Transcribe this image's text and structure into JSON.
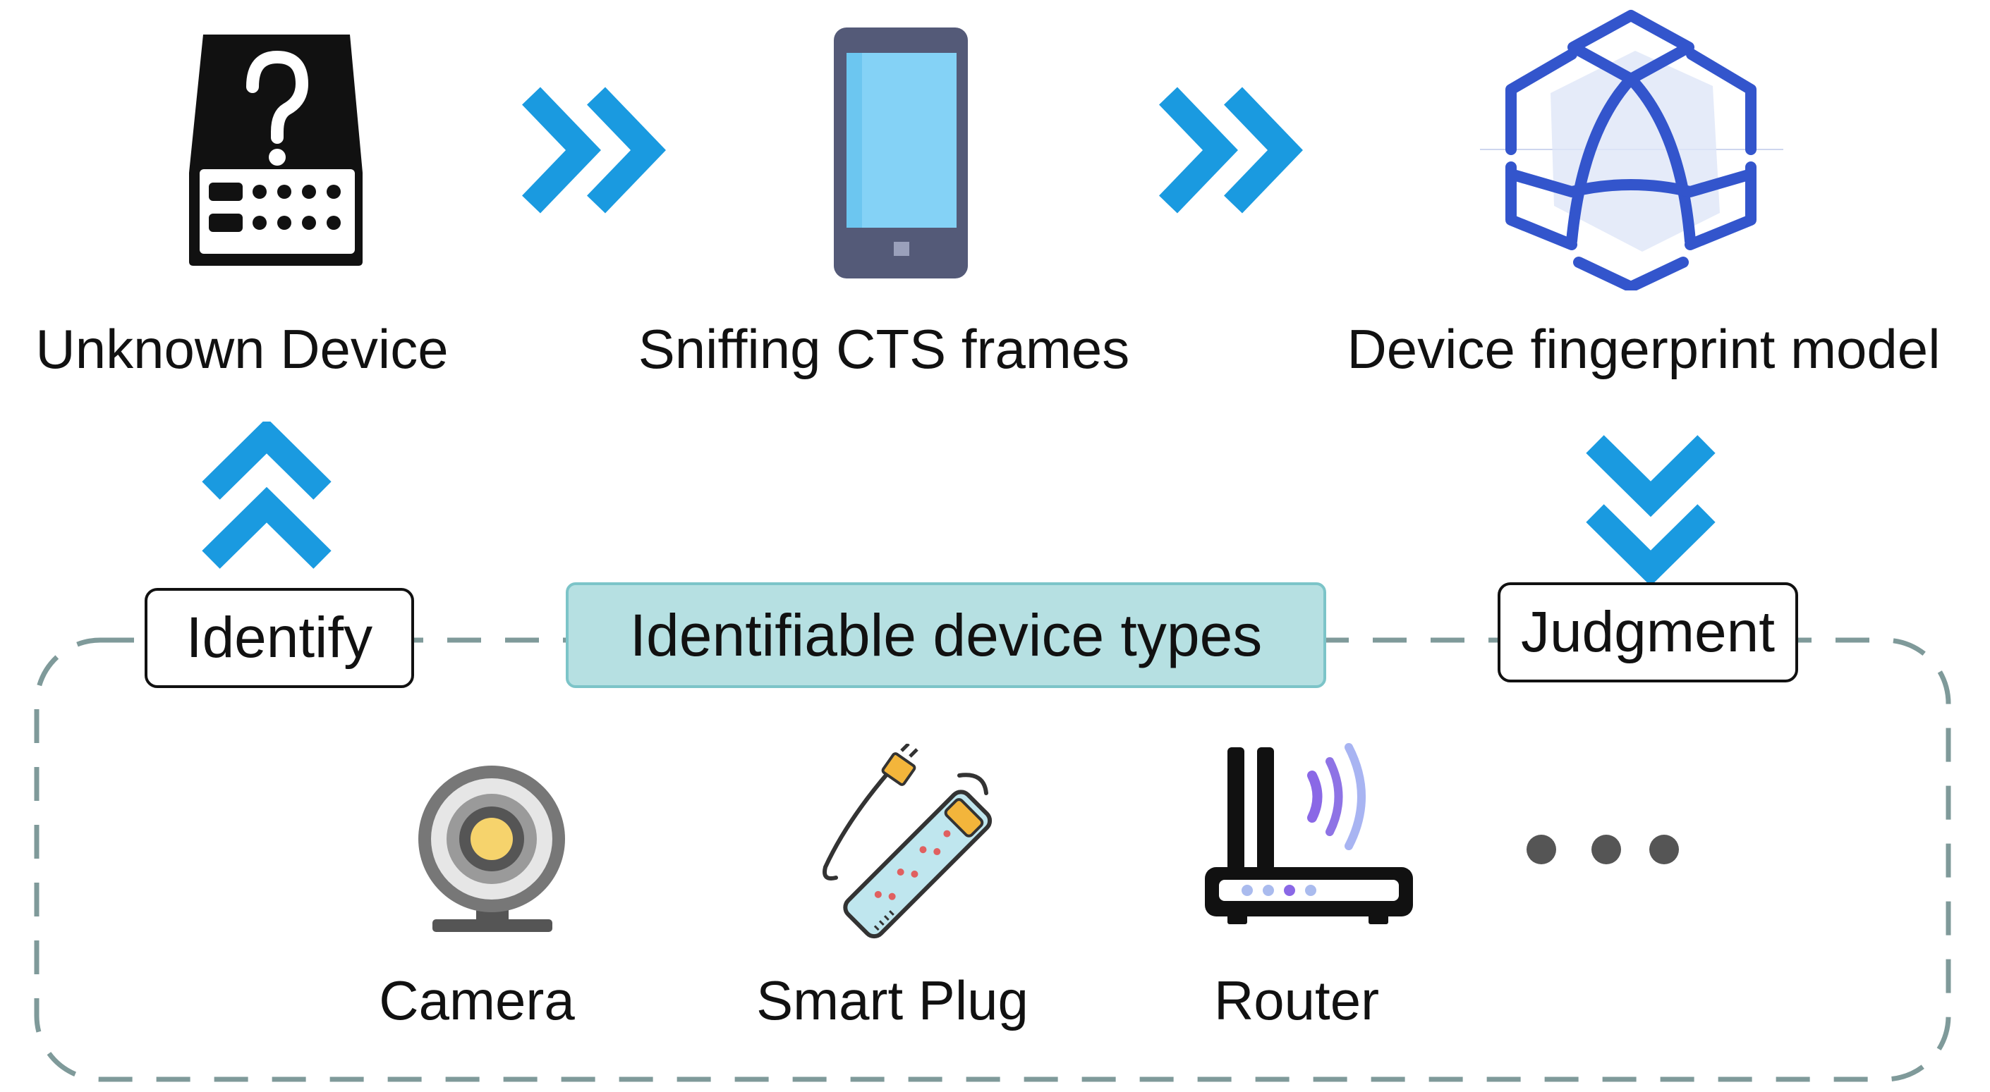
{
  "top_row": {
    "unknown_device": "Unknown Device",
    "sniffing": "Sniffing CTS frames",
    "fingerprint_model": "Device fingerprint model"
  },
  "actions": {
    "identify": "Identify",
    "judgment": "Judgment"
  },
  "panel": {
    "title": "Identifiable device types",
    "devices": [
      "Camera",
      "Smart Plug",
      "Router"
    ]
  },
  "colors": {
    "arrow": "#1a9ae0",
    "model_icon": "#3355cc",
    "phone_body": "#545a78",
    "phone_screen": "#84d2f6",
    "dashed_border": "#7f9a9a",
    "panel_header_fill": "#b6e0e2",
    "router_waves": "#8a68e6",
    "ellipsis": "#555555"
  }
}
